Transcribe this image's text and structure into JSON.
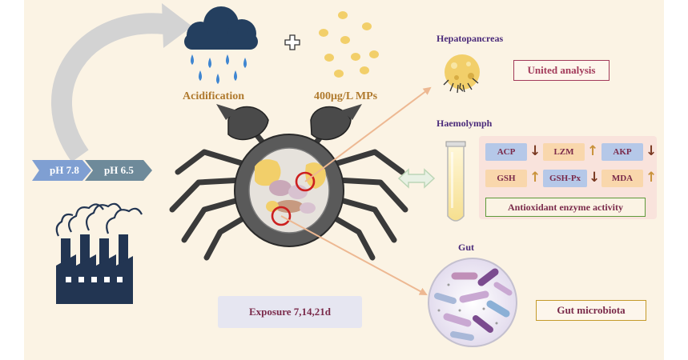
{
  "labels": {
    "acidification": "Acidification",
    "mps": "400μg/L MPs",
    "hepatopancreas": "Hepatopancreas",
    "haemolymph": "Haemolymph",
    "gut": "Gut"
  },
  "boxes": {
    "united_analysis": "United analysis",
    "gut_microbiota": "Gut microbiota",
    "exposure": "Exposure 7,14,21d",
    "antioxidant": "Antioxidant enzyme activity"
  },
  "ph": {
    "from": "pH 7.8",
    "to": "pH 6.5"
  },
  "enzymes": [
    {
      "name": "ACP",
      "trend": "down",
      "style": "blue"
    },
    {
      "name": "LZM",
      "trend": "up",
      "style": "orange"
    },
    {
      "name": "AKP",
      "trend": "down",
      "style": "blue"
    },
    {
      "name": "GSH",
      "trend": "up",
      "style": "orange"
    },
    {
      "name": "GSH-Px",
      "trend": "down",
      "style": "blue"
    },
    {
      "name": "MDA",
      "trend": "up",
      "style": "orange"
    }
  ],
  "colors": {
    "background": "#fbf3e4",
    "cloud": "#243f5f",
    "rain": "#3f86d1",
    "particles": "#f2cf6a",
    "factory": "#223552",
    "enzyme_blue": "#b5c8e8",
    "enzyme_orange": "#f9d7ac",
    "arrow_up": "#c9923a",
    "arrow_down": "#7a3a22"
  },
  "icons": [
    "rain-cloud-icon",
    "plus-icon",
    "microplastic-particles-icon",
    "factory-icon",
    "crab-icon",
    "hepatopancreas-icon",
    "test-tube-icon",
    "double-arrow-icon",
    "bacteria-icon"
  ]
}
